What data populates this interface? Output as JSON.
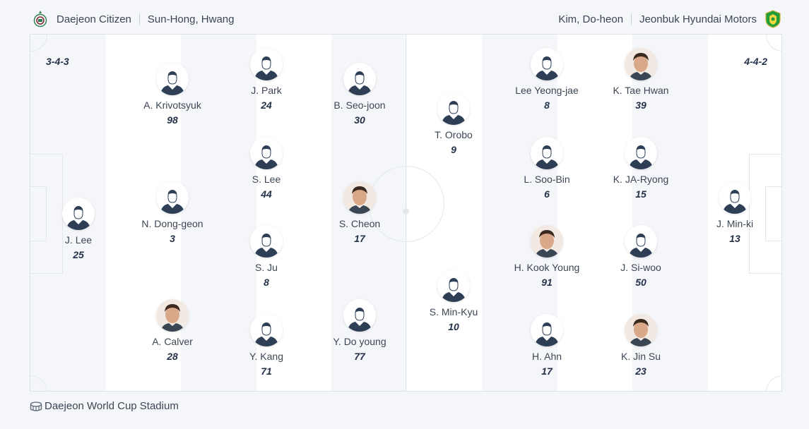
{
  "home": {
    "team_name": "Daejeon Citizen",
    "coach": "Sun-Hong, Hwang",
    "crest_icon": "daejeon-citizen-crest",
    "formation": "3-4-3",
    "players": [
      {
        "name": "J. Lee",
        "number": "25",
        "photo": false
      },
      {
        "name": "A. Krivotsyuk",
        "number": "98",
        "photo": false
      },
      {
        "name": "N. Dong-geon",
        "number": "3",
        "photo": false
      },
      {
        "name": "A. Calver",
        "number": "28",
        "photo": true
      },
      {
        "name": "J. Park",
        "number": "24",
        "photo": false
      },
      {
        "name": "S. Lee",
        "number": "44",
        "photo": false
      },
      {
        "name": "S. Ju",
        "number": "8",
        "photo": false
      },
      {
        "name": "Y. Kang",
        "number": "71",
        "photo": false
      },
      {
        "name": "B. Seo-joon",
        "number": "30",
        "photo": false
      },
      {
        "name": "S. Cheon",
        "number": "17",
        "photo": true
      },
      {
        "name": "Y. Do young",
        "number": "77",
        "photo": false
      }
    ]
  },
  "away": {
    "team_name": "Jeonbuk Hyundai Motors",
    "coach": "Kim, Do-heon",
    "crest_icon": "jeonbuk-hyundai-crest",
    "formation": "4-4-2",
    "players": [
      {
        "name": "T. Orobo",
        "number": "9",
        "photo": false
      },
      {
        "name": "S. Min-Kyu",
        "number": "10",
        "photo": false
      },
      {
        "name": "Lee Yeong-jae",
        "number": "8",
        "photo": false
      },
      {
        "name": "L. Soo-Bin",
        "number": "6",
        "photo": false
      },
      {
        "name": "H. Kook Young",
        "number": "91",
        "photo": true
      },
      {
        "name": "H. Ahn",
        "number": "17",
        "photo": false
      },
      {
        "name": "K. Tae Hwan",
        "number": "39",
        "photo": true
      },
      {
        "name": "K. JA-Ryong",
        "number": "15",
        "photo": false
      },
      {
        "name": "J. Si-woo",
        "number": "50",
        "photo": false
      },
      {
        "name": "K. Jin Su",
        "number": "23",
        "photo": true
      },
      {
        "name": "J. Min-ki",
        "number": "13",
        "photo": false
      }
    ]
  },
  "venue": {
    "name": "Daejeon World Cup Stadium",
    "icon": "stadium-icon"
  },
  "colors": {
    "home_crest": "#2e7d4f",
    "away_crest": "#1f9e3a",
    "kit_dark": "#2d3e55"
  }
}
